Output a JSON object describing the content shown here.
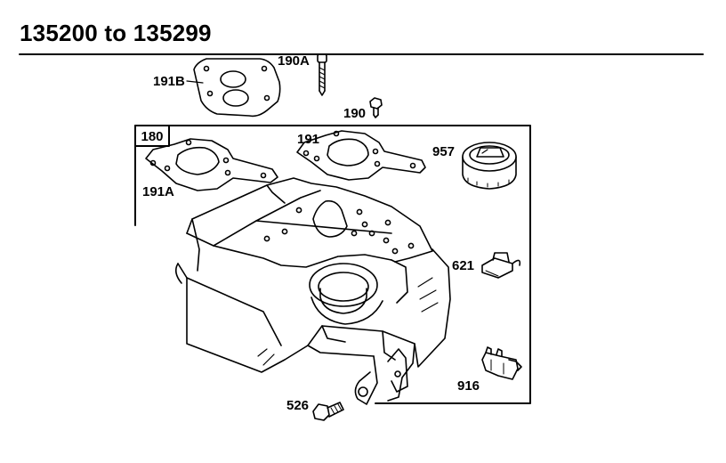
{
  "title": "135200 to 135299",
  "callouts": {
    "p191B": "191B",
    "p190A": "190A",
    "p190": "190",
    "p180": "180",
    "p191": "191",
    "p191A": "191A",
    "p957": "957",
    "p621": "621",
    "p916": "916",
    "p526": "526"
  }
}
